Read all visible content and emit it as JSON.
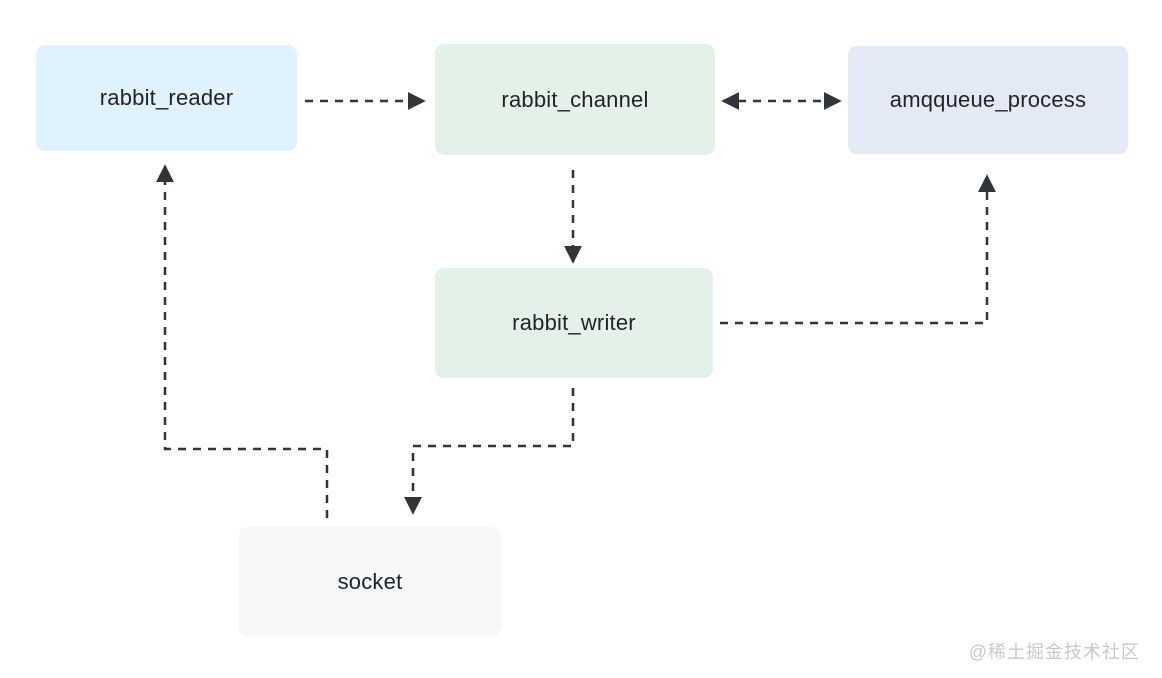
{
  "diagram": {
    "nodes": {
      "rabbit_reader": {
        "label": "rabbit_reader",
        "fill": "#e0f2fd"
      },
      "rabbit_channel": {
        "label": "rabbit_channel",
        "fill": "#e4f1e9"
      },
      "amqqueue_process": {
        "label": "amqqueue_process",
        "fill": "#e4eaf5"
      },
      "rabbit_writer": {
        "label": "rabbit_writer",
        "fill": "#e4f1e9"
      },
      "socket": {
        "label": "socket",
        "fill": "#f6f8fa"
      }
    },
    "edges": [
      {
        "from": "rabbit_reader",
        "to": "rabbit_channel",
        "style": "dashed",
        "arrows": "to"
      },
      {
        "from": "rabbit_channel",
        "to": "amqqueue_process",
        "style": "dashed",
        "arrows": "both"
      },
      {
        "from": "rabbit_channel",
        "to": "rabbit_writer",
        "style": "dashed",
        "arrows": "to"
      },
      {
        "from": "rabbit_writer",
        "to": "amqqueue_process",
        "style": "dashed",
        "arrows": "to"
      },
      {
        "from": "socket",
        "to": "rabbit_reader",
        "style": "dashed",
        "arrows": "to"
      },
      {
        "from": "rabbit_writer",
        "to": "socket",
        "style": "dashed",
        "arrows": "to"
      }
    ],
    "colors": {
      "arrow": "#2f353b",
      "node_text": "#212529",
      "background": "#ffffff",
      "watermark_text": "#c6cad0"
    }
  },
  "watermark": {
    "text": "@稀土掘金技术社区"
  }
}
